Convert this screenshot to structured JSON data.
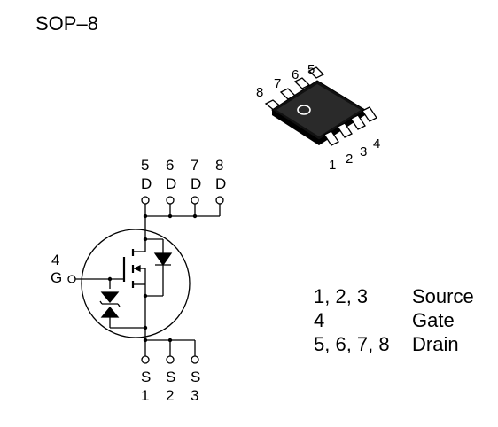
{
  "package": {
    "title": "SOP–8"
  },
  "chip_pins": {
    "top": [
      "8",
      "7",
      "6",
      "5"
    ],
    "bottom": [
      "1",
      "2",
      "3",
      "4"
    ]
  },
  "schematic": {
    "drain_pins": [
      {
        "num": "5",
        "letter": "D"
      },
      {
        "num": "6",
        "letter": "D"
      },
      {
        "num": "7",
        "letter": "D"
      },
      {
        "num": "8",
        "letter": "D"
      }
    ],
    "gate_pin": {
      "num": "4",
      "letter": "G"
    },
    "source_pins": [
      {
        "num": "1",
        "letter": "S"
      },
      {
        "num": "2",
        "letter": "S"
      },
      {
        "num": "3",
        "letter": "S"
      }
    ]
  },
  "pin_table": [
    {
      "pins": "1, 2, 3",
      "name": "Source"
    },
    {
      "pins": "4",
      "name": "Gate"
    },
    {
      "pins": "5, 6, 7, 8",
      "name": "Drain"
    }
  ]
}
